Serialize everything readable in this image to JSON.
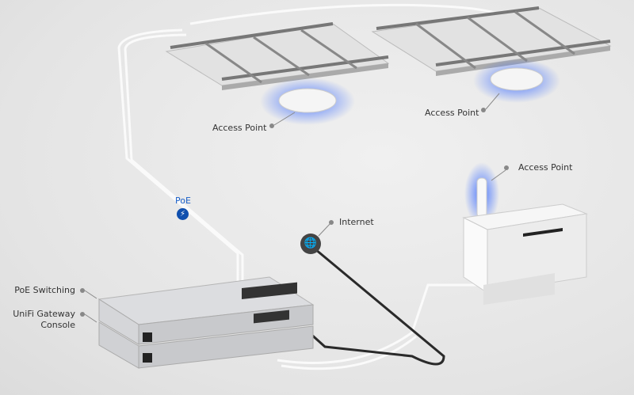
{
  "labels": {
    "access_point_1": "Access Point",
    "access_point_2": "Access Point",
    "access_point_3": "Access Point",
    "poe": "PoE",
    "internet": "Internet",
    "poe_switching": "PoE Switching",
    "gateway_line1": "UniFi Gateway",
    "gateway_line2": "Console"
  },
  "icons": {
    "poe": "lightning-icon",
    "internet": "globe-icon"
  },
  "colors": {
    "accent": "#1a5fc8",
    "glow": "#3c6cff",
    "cable_dark": "#2a2a2a"
  }
}
